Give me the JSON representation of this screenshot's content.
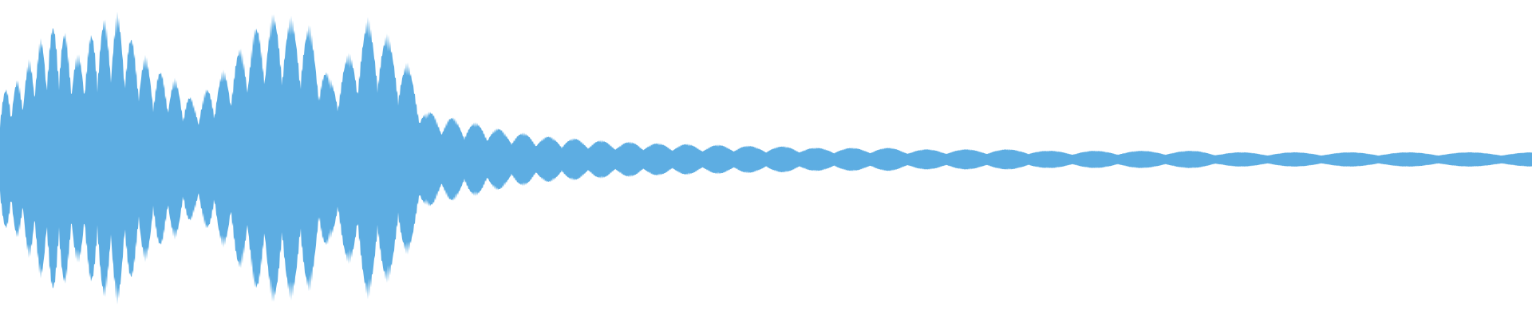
{
  "waveform": {
    "color": "#5dade2",
    "background": "#ffffff",
    "description_kind": "audio-amplitude",
    "envelope_peaks": [
      0.45,
      0.55,
      0.8,
      0.95,
      0.7,
      0.92,
      1.0,
      0.78,
      0.62,
      0.55,
      0.4,
      0.52,
      0.68,
      0.88,
      0.98,
      0.96,
      0.9,
      0.55,
      0.72,
      0.96,
      0.84,
      0.66,
      0.33,
      0.3,
      0.26,
      0.24,
      0.2,
      0.18,
      0.16,
      0.15,
      0.14,
      0.13,
      0.12,
      0.12,
      0.11,
      0.11,
      0.1,
      0.1,
      0.1,
      0.09,
      0.09,
      0.09,
      0.08,
      0.08,
      0.08,
      0.08,
      0.08,
      0.07,
      0.07,
      0.07,
      0.07,
      0.07,
      0.07,
      0.07,
      0.06,
      0.06,
      0.06,
      0.06,
      0.06,
      0.06,
      0.06,
      0.06,
      0.06,
      0.05,
      0.05,
      0.05,
      0.05,
      0.05,
      0.05,
      0.05,
      0.05,
      0.05,
      0.05,
      0.05,
      0.05,
      0.05,
      0.05,
      0.05,
      0.05,
      0.05
    ]
  }
}
